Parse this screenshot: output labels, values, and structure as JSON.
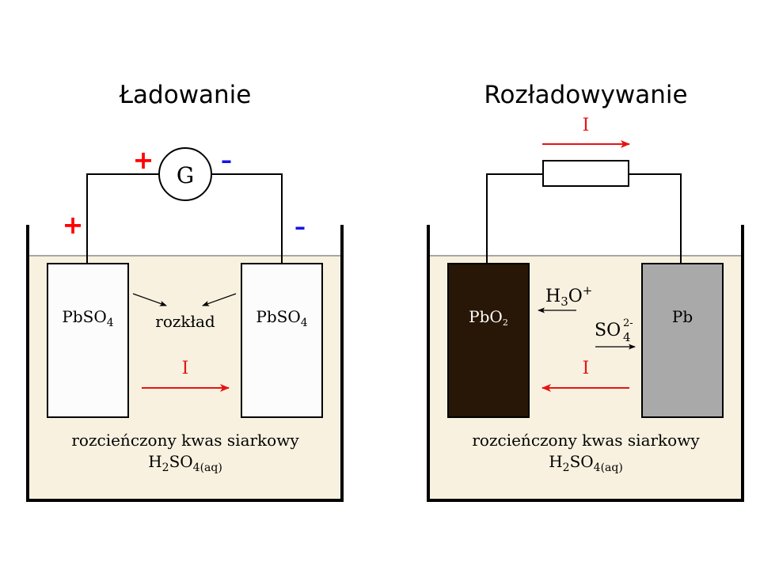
{
  "charging": {
    "title": "Ładowanie",
    "galvanometer_label": "G",
    "plus_sign": "+",
    "minus_sign": "–",
    "left_electrode": {
      "base": "PbSO",
      "sub": "4"
    },
    "right_electrode": {
      "base": "PbSO",
      "sub": "4"
    },
    "reaction_label": "rozkład",
    "current_label": "I",
    "electrolyte_name": "rozcieńczony kwas siarkowy",
    "electrolyte_formula": {
      "p1": "H",
      "s1": "2",
      "p2": "SO",
      "s2": "4(aq)"
    }
  },
  "discharging": {
    "title": "Rozładowywanie",
    "top_current_label": "I",
    "left_electrode": {
      "base": "PbO",
      "sub": "2"
    },
    "right_electrode": {
      "base": "Pb"
    },
    "hydronium": {
      "p1": "H",
      "s1": "3",
      "p2": "O",
      "sup": "+"
    },
    "sulfate": {
      "p1": "SO",
      "sub": "4",
      "sup": "2-"
    },
    "current_label": "I",
    "electrolyte_name": "rozcieńczony kwas siarkowy",
    "electrolyte_formula": {
      "p1": "H",
      "s1": "2",
      "p2": "SO",
      "s2": "4(aq)"
    }
  },
  "colors": {
    "electrolyte": "#f8f1e0",
    "plus": "#ff0000",
    "minus": "#1414e6",
    "current_arrow": "#e61414",
    "pbo2_electrode": "#281606",
    "pb_electrode": "#a9a9a9",
    "pbso4_electrode": "#fcfcfc"
  }
}
